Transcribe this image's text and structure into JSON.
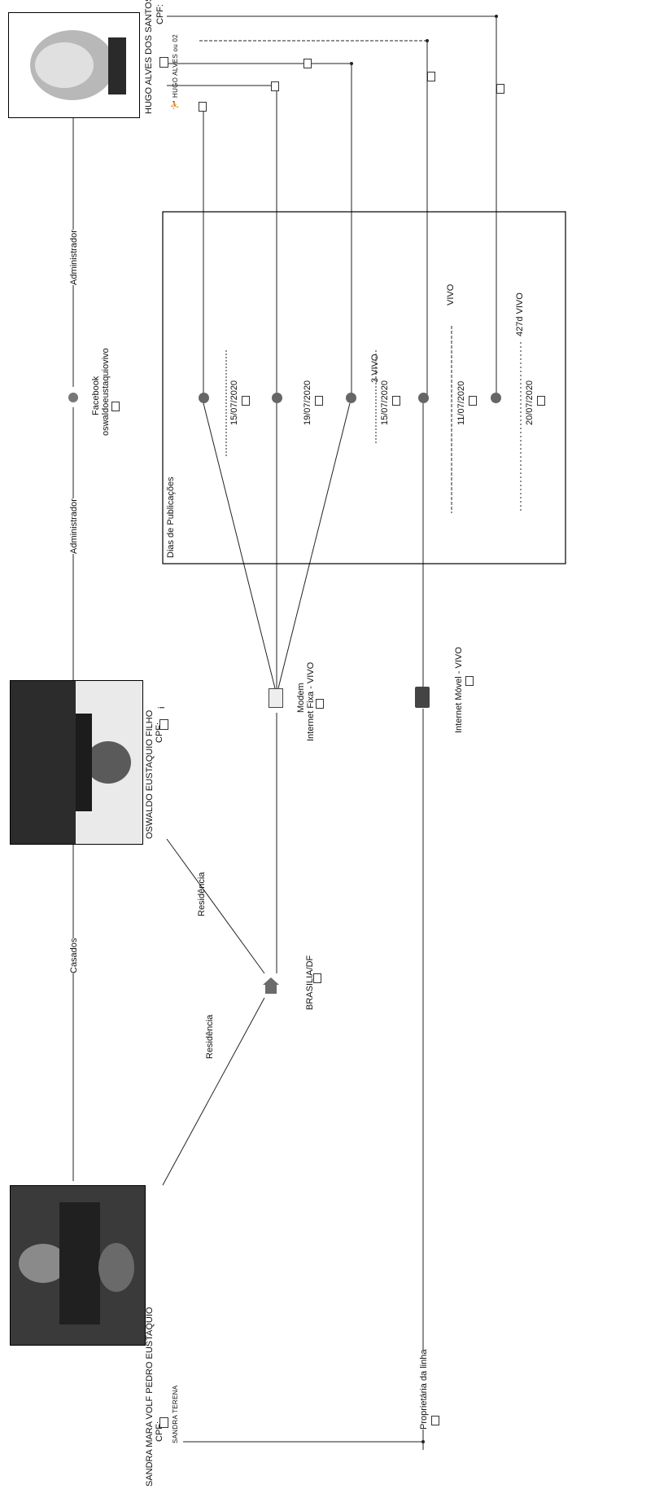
{
  "people": {
    "hugo": {
      "name": "HUGO ALVES DOS SANTOS",
      "cpf_label": "CPF:",
      "aliases": [
        "HUGO ALVES ou 02"
      ]
    },
    "oswaldo": {
      "name": "OSWALDO EUSTAQUIO FILHO",
      "cpf_label": "CPF:",
      "cpf_value": "i"
    },
    "sandra": {
      "name": "SANDRA MARA VOLF PEDRO EUSTAQUIO",
      "cpf_label": "CPF:",
      "aliases": [
        "SANDRA TERENA"
      ]
    }
  },
  "relations": {
    "admin_1": "Administrador",
    "admin_2": "Administrador",
    "married": "Casados",
    "residence_1": "Residência",
    "residence_2": "Residência",
    "line_owner": "Proprietária da linha"
  },
  "facebook": {
    "title": "Facebook",
    "account": "oswaldoeustaquiovivo"
  },
  "location": {
    "name": "BRASILIA/DF"
  },
  "modem": {
    "title": "Modem",
    "subtitle": "Internet Fixa - VIVO"
  },
  "mobile": {
    "title": "Internet Móvel - VIVO"
  },
  "publications": {
    "title": "Dias de Publicações",
    "dates": [
      {
        "date": "15/07/2020",
        "note": ""
      },
      {
        "date": "19/07/2020",
        "note": ""
      },
      {
        "date": "15/07/2020",
        "note": "3 VIVO"
      },
      {
        "date": "11/07/2020",
        "note": "VIVO"
      },
      {
        "date": "20/07/2020",
        "note": "427d VIVO"
      }
    ]
  },
  "colors": {
    "line": "#222222",
    "box": "#000000",
    "icon_bg": "#e9e9e9"
  },
  "icons": [
    "person-icon",
    "globe-icon",
    "modem-icon",
    "phone-icon",
    "house-icon",
    "document-icon"
  ]
}
